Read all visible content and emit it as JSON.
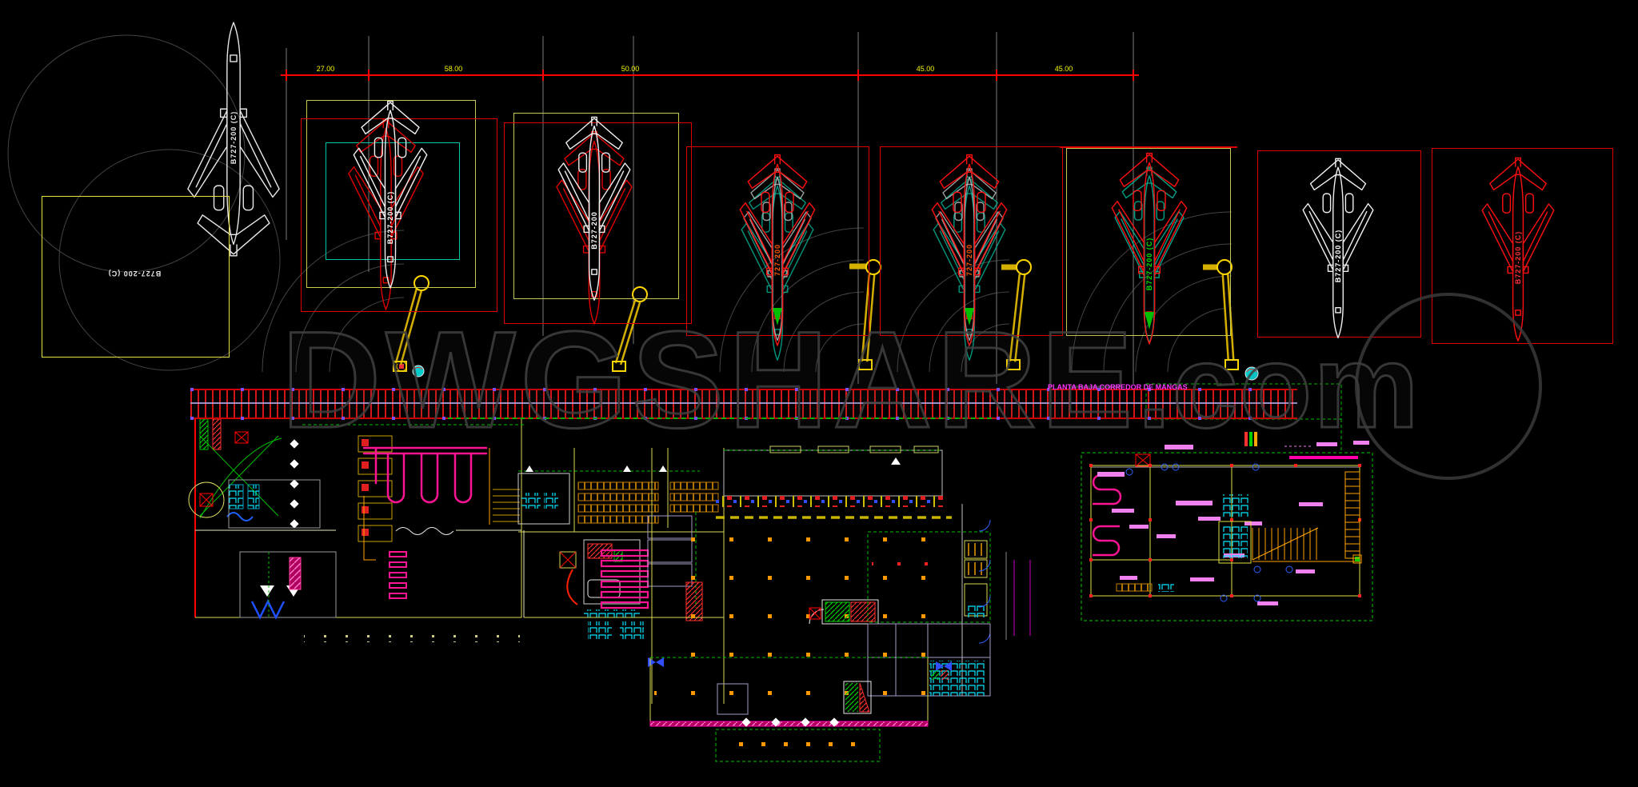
{
  "watermark": {
    "name": "DWGSHARE",
    "tld": ".com"
  },
  "dimensions": {
    "values": [
      "27.00",
      "58.00",
      "50.00",
      "45.00",
      "45.00"
    ],
    "text_color": "#f5f500",
    "line_color": "#ff0000"
  },
  "pier": {
    "label": "PLANTA BAJA CORREDOR DE MANGAS",
    "label_color": "#ff35ff"
  },
  "aircraft": {
    "labels": {
      "ref_vertical": "B727-200 (C)",
      "ref_horizontal": "B727-200 (C)",
      "gate1": "B727-200 (C)",
      "gate2": "B727-200",
      "gate3": "727-200",
      "gate4": "727-200",
      "gate5": "B727-200 (C)",
      "stand6": "B727-200 (C)",
      "stand7": "B727-200 (C)"
    },
    "gates": [
      {
        "id": "gate-1",
        "envelope": "yellow+red+teal",
        "planes": [
          "white",
          "red"
        ]
      },
      {
        "id": "gate-2",
        "envelope": "yellow+red",
        "planes": [
          "white",
          "red"
        ]
      },
      {
        "id": "gate-3",
        "envelope": "red",
        "planes": [
          "red",
          "gray",
          "teal"
        ]
      },
      {
        "id": "gate-4",
        "envelope": "red",
        "planes": [
          "red",
          "gray",
          "teal"
        ]
      },
      {
        "id": "gate-5",
        "envelope": "yellow",
        "planes": [
          "red",
          "teal"
        ]
      },
      {
        "id": "stand-6",
        "envelope": "red",
        "planes": [
          "white"
        ]
      },
      {
        "id": "stand-7",
        "envelope": "red",
        "planes": [
          "red"
        ]
      }
    ]
  },
  "palette": {
    "background": "#000000",
    "cad_red": "#ff0000",
    "cad_yellow": "#e8e040",
    "cad_orange": "#ff9900",
    "cad_green": "#00c000",
    "cad_cyan": "#00e5ff",
    "cad_teal": "#00c8a8",
    "cad_magenta": "#ff00ff",
    "cad_deeppink": "#ff1493",
    "cad_lavender": "#a89cc8",
    "watermark_gray": "#414141"
  }
}
